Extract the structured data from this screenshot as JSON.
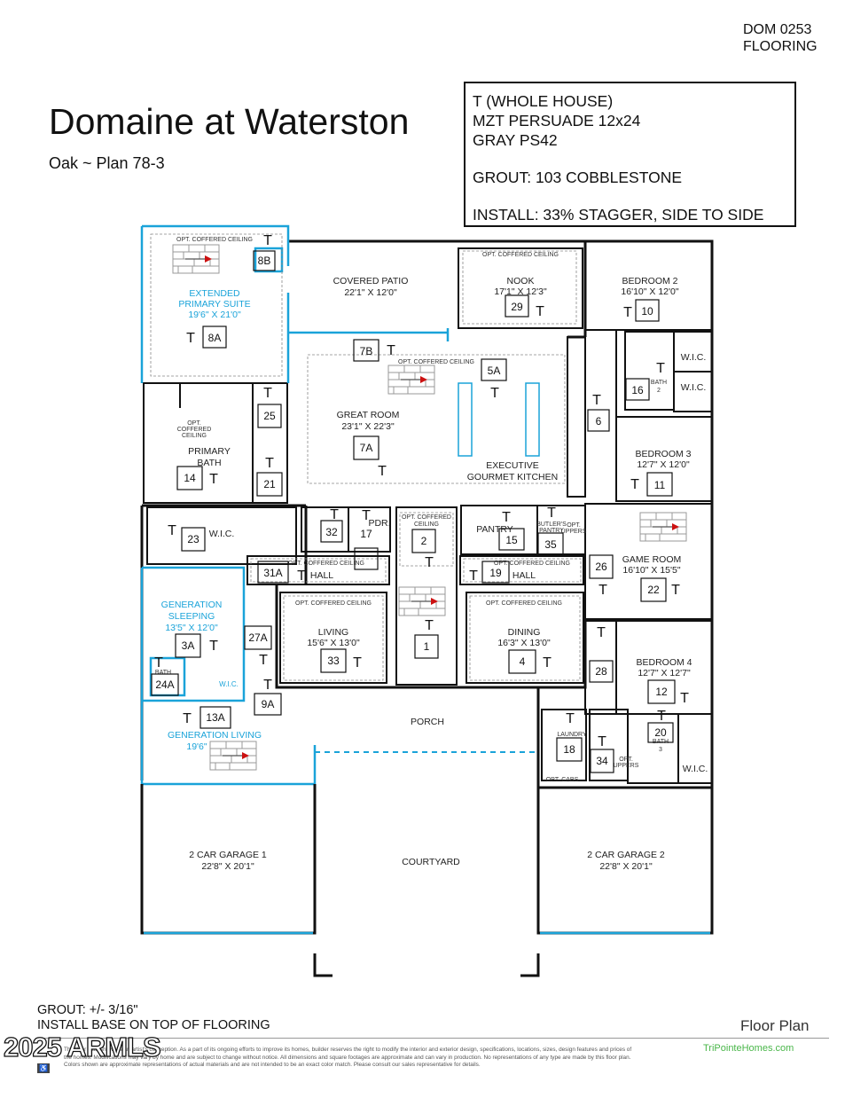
{
  "header": {
    "title": "Domaine at Waterston",
    "subtitle": "Oak ~ Plan 78-3",
    "doc_ref": [
      "DOM 0253",
      "FLOORING"
    ]
  },
  "spec_box": {
    "line1": "T (WHOLE HOUSE)",
    "line2": "MZT PERSUADE 12x24",
    "line3": "GRAY PS42",
    "grout": "GROUT:  103 COBBLESTONE",
    "install": "INSTALL:  33% STAGGER, SIDE TO SIDE"
  },
  "rooms": {
    "extended_primary": {
      "name": "EXTENDED",
      "name2": "PRIMARY SUITE",
      "dims": "19'6\" X 21'0\"",
      "opt": "OPT. COFFERED CEILING",
      "tag": "8A",
      "tag2": "8B"
    },
    "covered_patio": {
      "name": "COVERED PATIO",
      "dims": "22'1\" X 12'0\""
    },
    "nook": {
      "name": "NOOK",
      "dims": "17'1\" X 12'3\"",
      "opt": "OPT. COFFERED CEILING",
      "tag": "29"
    },
    "bedroom2": {
      "name": "BEDROOM 2",
      "dims": "16'10\" X 12'0\"",
      "tag": "10"
    },
    "great_room": {
      "name": "GREAT ROOM",
      "dims": "23'1\" X 22'3\"",
      "opt": "OPT. COFFERED CEILING",
      "tag": "7A",
      "tag2": "7B"
    },
    "kitchen": {
      "name": "EXECUTIVE",
      "name2": "GOURMET KITCHEN",
      "tag": "5A"
    },
    "wic_br2": "W.I.C.",
    "wic_br3": "W.I.C.",
    "bath2": {
      "name": "BATH",
      "num": "2",
      "tag": "16"
    },
    "bedroom3": {
      "name": "BEDROOM 3",
      "dims": "12'7\" X 12'0\"",
      "tag": "11"
    },
    "tag6": "6",
    "primary_bath": {
      "name": "PRIMARY",
      "name2": "BATH",
      "opt": "OPT.",
      "opt2": "COFFERED",
      "opt3": "CEILING",
      "tag": "14"
    },
    "tag25": "25",
    "tag21": "21",
    "primary_wic": {
      "name": "W.I.C.",
      "tag": "23"
    },
    "tag32": "32",
    "pdr": {
      "name": "PDR.",
      "tag": "17"
    },
    "entry": {
      "opt": "OPT. COFFERED",
      "opt2": "CEILING",
      "tag": "2"
    },
    "pantry": {
      "name": "PANTRY",
      "tag": "15"
    },
    "butlers": {
      "name": "BUTLER'S",
      "name2": "PANTRY",
      "opt": "OPT.",
      "opt2": "UPPERS",
      "tag": "35"
    },
    "hall_left": {
      "name": "HALL",
      "opt": "OPT. COFFERED CEILING",
      "tag": "31A"
    },
    "hall_right": {
      "name": "HALL",
      "opt": "OPT. COFFERED CEILING",
      "tag": "19"
    },
    "game_room": {
      "name": "GAME ROOM",
      "dims": "16'10\" X 15'5\"",
      "tag": "22"
    },
    "tag26": "26",
    "gen_sleeping": {
      "name": "GENERATION",
      "name2": "SLEEPING",
      "dims": "13'5\" X 12'0\"",
      "tag": "3A"
    },
    "tag27a": "27A",
    "living": {
      "name": "LIVING",
      "dims": "15'6\" X 13'0\"",
      "opt": "OPT. COFFERED CEILING",
      "tag": "33"
    },
    "foyer_tag": "1",
    "dining": {
      "name": "DINING",
      "dims": "16'3\" X 13'0\"",
      "opt": "OPT. COFFERED CEILING",
      "tag": "4"
    },
    "tag28": "28",
    "bedroom4": {
      "name": "BEDROOM 4",
      "dims": "12'7\" X 12'7\"",
      "tag": "12"
    },
    "gen_bath": {
      "name": "BATH",
      "tag": "24A"
    },
    "gen_wic": "W.I.C.",
    "tag9a": "9A",
    "porch": "PORCH",
    "gen_living": {
      "name": "GENERATION LIVING",
      "dims": "19'6\"",
      "tag": "13A"
    },
    "laundry": {
      "name": "LAUNDRY",
      "tag": "18",
      "opt": "OPT. CABS"
    },
    "tag34": "34",
    "opt_uppers": {
      "opt": "OPT.",
      "opt2": "UPPERS"
    },
    "bath3": {
      "name": "BATH",
      "num": "3",
      "tag": "20"
    },
    "wic_br4": "W.I.C.",
    "garage1": {
      "name": "2 CAR GARAGE 1",
      "dims": "22'8\" X 20'1\""
    },
    "courtyard": "COURTYARD",
    "garage2": {
      "name": "2 CAR GARAGE 2",
      "dims": "22'8\" X 20'1\""
    }
  },
  "tile_symbol": "T",
  "footer": {
    "grout": "GROUT:  +/- 3/16\"",
    "install": "INSTALL BASE ON TOP OF FLOORING",
    "floor_plan": "Floor Plan",
    "website": "TriPointeHomes.com",
    "copyright": "2025 ARMLS",
    "disclaimer": "The floor plan shown is an artist's conception. As a part of its ongoing efforts to improve its homes, builder reserves the right to modify the interior and exterior design, specifications, locations, sizes, design features and prices of the homes. Modifications may vary by home and are subject to change without notice. All dimensions and square footages are approximate and can vary in production. No representations of any type are made by this floor plan. Colors shown are approximate representations of actual materials and are not intended to be an exact color match. Please consult our sales representative for details.",
    "accessibility_icon": "wheelchair-icon"
  },
  "colors": {
    "accent_blue": "#1aa3d9",
    "wall": "#111111",
    "tile_arrow": "#cc1111"
  }
}
